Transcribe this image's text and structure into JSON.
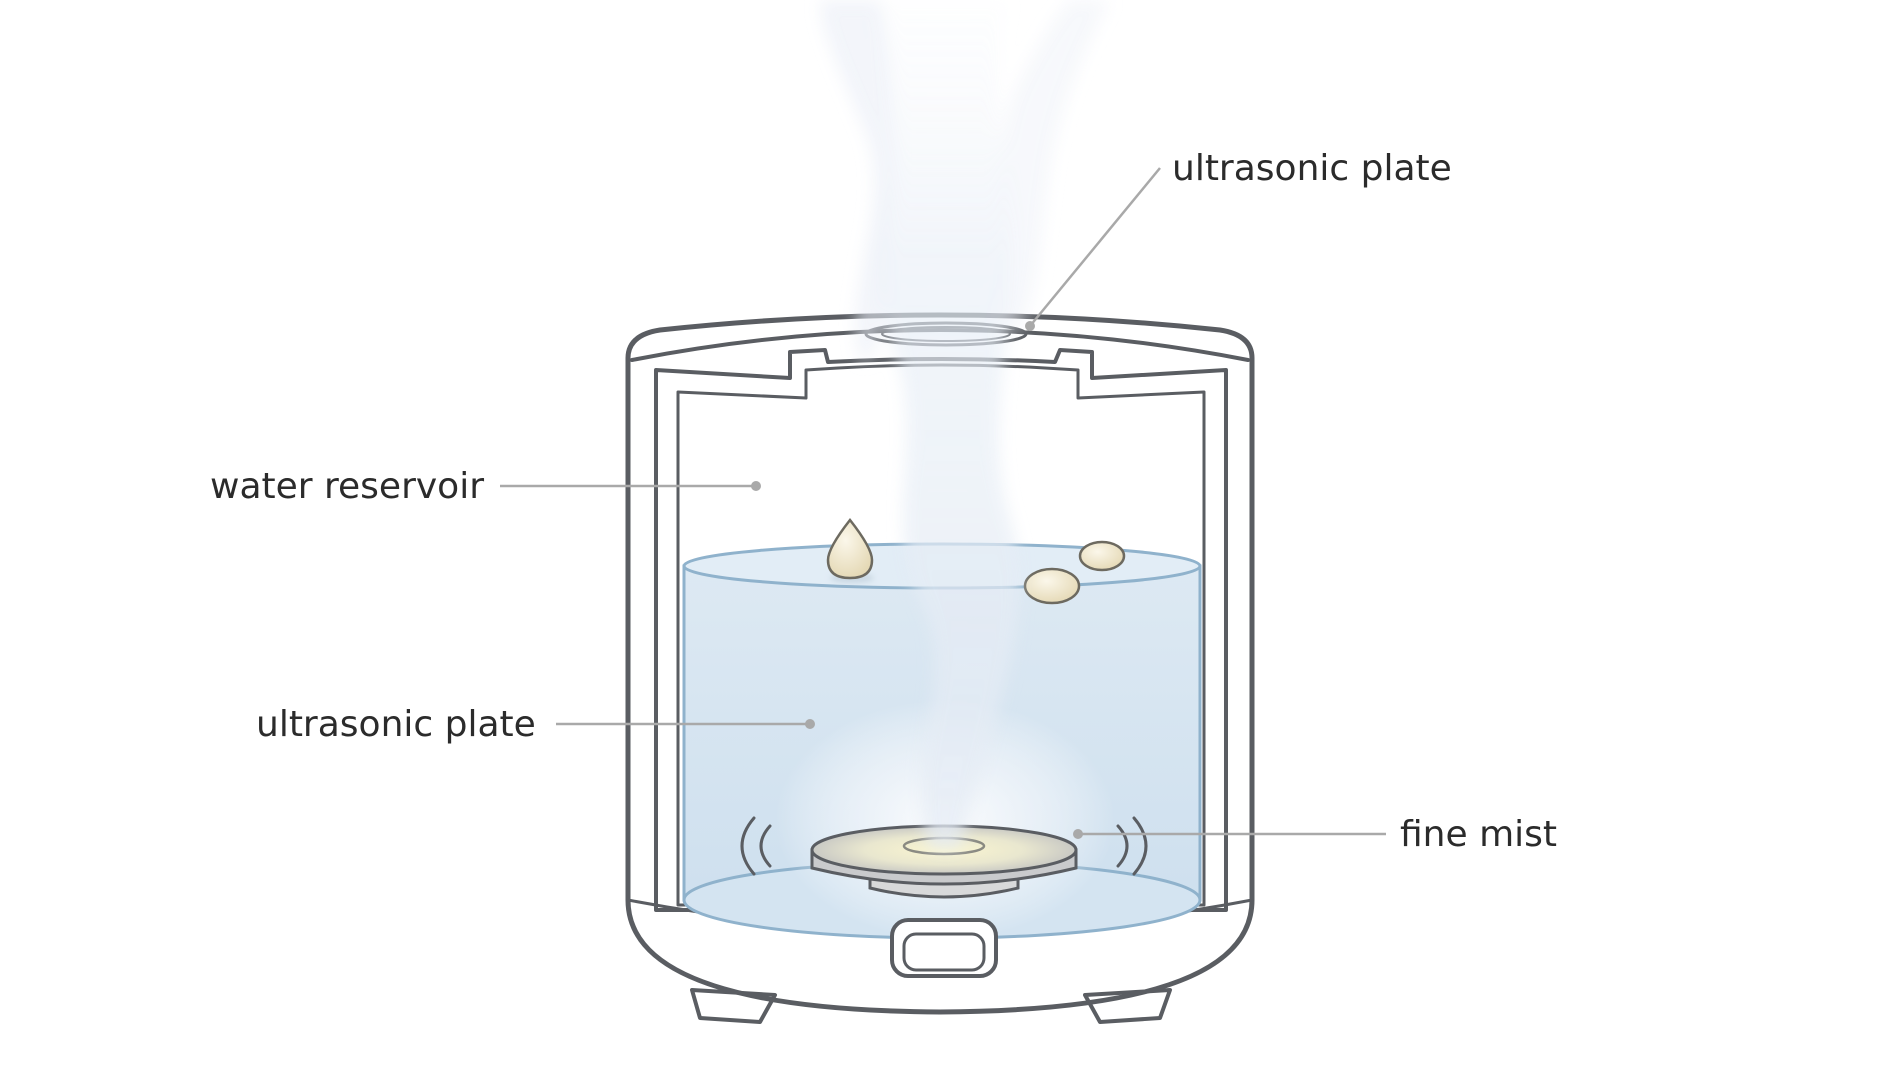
{
  "diagram": {
    "subject": "ultrasonic humidifier cross-section",
    "labels": {
      "top_right": "ultrasonic plate",
      "left_upper": "water reservoir",
      "left_lower": "ultrasonic plate",
      "right_lower": "fine mist"
    },
    "colors": {
      "outline": "#5a5d62",
      "water": "#d7e6f2",
      "water_edge": "#8fb2cc",
      "mist": "#e8eef6",
      "glow": "#f3f0c8",
      "droplet": "#efe6cc",
      "leader": "#a9a9a9",
      "text": "#2b2b2b"
    }
  }
}
